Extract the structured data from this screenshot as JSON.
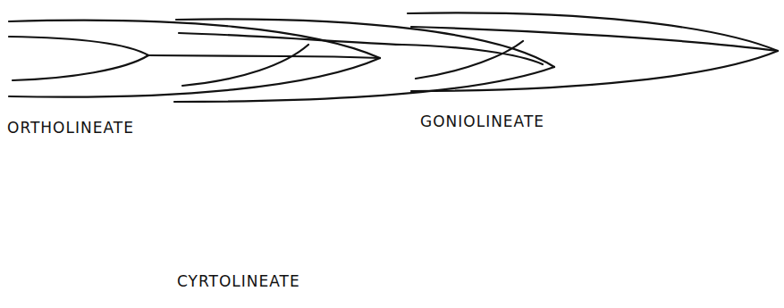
{
  "diagram": {
    "labels": [
      "ORTHOLINEATE",
      "GONIOLINEATE",
      "CYRTOLINEATE"
    ]
  }
}
